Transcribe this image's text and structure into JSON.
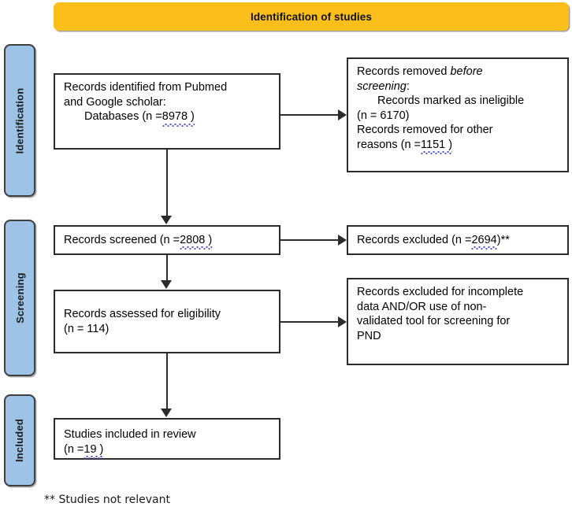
{
  "diagram": {
    "title": "Identification of studies",
    "type": "PRISMA flow diagram",
    "colors": {
      "banner": "#FBBF1C",
      "phase_tab": "#9DC3E6",
      "box_border": "#2B2B2B",
      "spellcheck_underline": "#4A52C8"
    }
  },
  "banner": {
    "label": "Identification of studies"
  },
  "phases": [
    {
      "id": "identification",
      "label": "Identification"
    },
    {
      "id": "screening",
      "label": "Screening"
    },
    {
      "id": "included",
      "label": "Included"
    }
  ],
  "boxes": {
    "identified": {
      "line1": "Records identified from Pubmed",
      "line2": "and Google scholar:",
      "line3_prefix": "Databases (n =",
      "line3_number": "8978 )"
    },
    "removed_before_screening": {
      "line1_prefix": "Records removed ",
      "line1_italic": "before",
      "line2_italic": "screening",
      "line2_suffix": ":",
      "line3": "Records marked as ineligible",
      "line4": "(n = 6170)",
      "line5": "Records removed for other",
      "line6_prefix": "reasons (n =",
      "line6_number": "1151 )"
    },
    "screened": {
      "prefix": "Records screened (n =",
      "number": "2808 )"
    },
    "excluded": {
      "prefix": "Records excluded (n =",
      "number": "2694",
      "suffix": ")**"
    },
    "eligibility": {
      "line1": "Records assessed for eligibility",
      "line2": "(n = 114)"
    },
    "excluded_detail": {
      "line1": "Records excluded for incomplete",
      "line2": "data AND/OR use of non-",
      "line3": "validated tool for screening for",
      "line4": "PND"
    },
    "included": {
      "line1": "Studies included in review",
      "line2_prefix": "(n =",
      "line2_number": "19 )"
    }
  },
  "footnote": {
    "text": "** Studies not relevant"
  },
  "chart_data": {
    "type": "diagram",
    "title": "Identification of studies",
    "nodes": [
      {
        "id": "identified",
        "phase": "Identification",
        "label": "Records identified from Pubmed and Google scholar: Databases (n = 8978)",
        "n": 8978
      },
      {
        "id": "removed_before_screening",
        "phase": "Identification",
        "label": "Records removed before screening: Records marked as ineligible (n = 6170); Records removed for other reasons (n = 1151)",
        "n_ineligible": 6170,
        "n_other_reasons": 1151
      },
      {
        "id": "screened",
        "phase": "Screening",
        "label": "Records screened (n = 2808)",
        "n": 2808
      },
      {
        "id": "excluded",
        "phase": "Screening",
        "label": "Records excluded (n = 2694)**",
        "n": 2694
      },
      {
        "id": "eligibility",
        "phase": "Screening",
        "label": "Records assessed for eligibility (n = 114)",
        "n": 114
      },
      {
        "id": "excluded_detail",
        "phase": "Screening",
        "label": "Records excluded for incomplete data AND/OR use of non-validated tool for screening for PND"
      },
      {
        "id": "included",
        "phase": "Included",
        "label": "Studies included in review (n = 19)",
        "n": 19
      }
    ],
    "edges": [
      {
        "from": "identified",
        "to": "screened",
        "direction": "down"
      },
      {
        "from": "identified",
        "to": "removed_before_screening",
        "direction": "right"
      },
      {
        "from": "screened",
        "to": "eligibility",
        "direction": "down"
      },
      {
        "from": "screened",
        "to": "excluded",
        "direction": "right"
      },
      {
        "from": "eligibility",
        "to": "included",
        "direction": "down"
      },
      {
        "from": "eligibility",
        "to": "excluded_detail",
        "direction": "right"
      }
    ]
  }
}
